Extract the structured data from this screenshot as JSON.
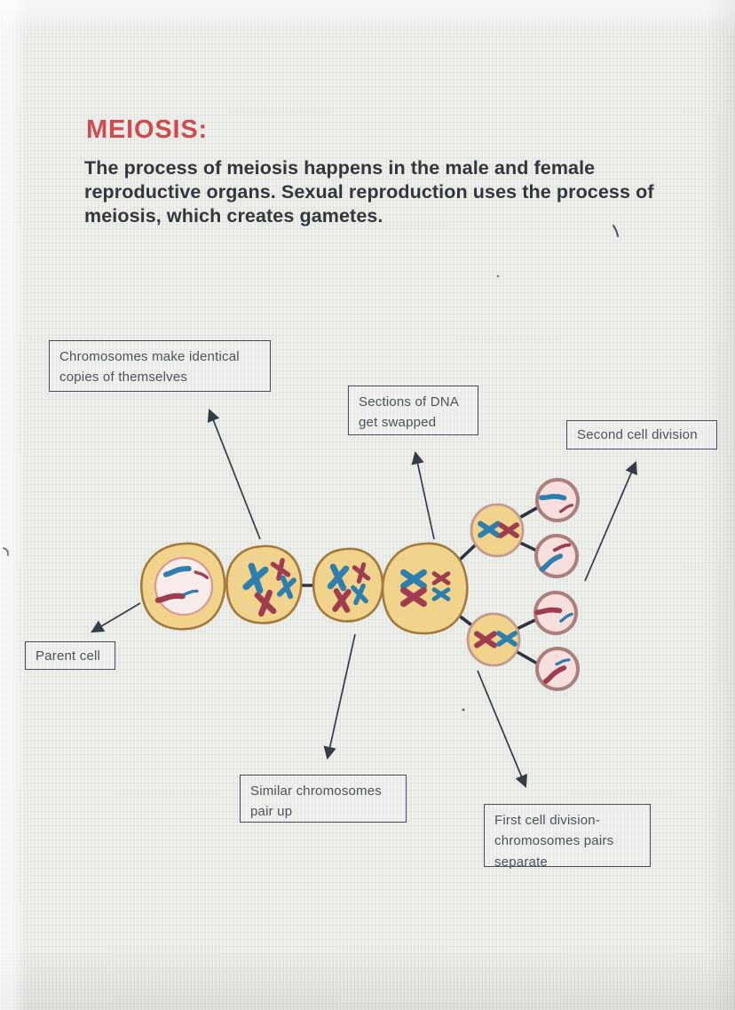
{
  "page": {
    "title": "MEIOSIS:",
    "intro": "The process of meiosis happens in the male and female reproductive organs. Sexual reproduction uses the process of meiosis, which creates gametes."
  },
  "labels": {
    "copies": "Chromosomes make identical copies of themselves",
    "dna_swap": "Sections of DNA get swapped",
    "second_division": "Second cell division",
    "parent": "Parent cell",
    "pair_up": "Similar chromosomes pair up",
    "first_division": "First cell division- chromosomes pairs separate"
  },
  "colors": {
    "title_red": "#cf4b4e",
    "body_text": "#33363c",
    "label_text": "#4d525c",
    "box_border": "#474c56",
    "cell_fill": "#f2d38c",
    "cell_border": "#a3793d",
    "nucleus_fill": "#faecea",
    "nucleus_border": "#d79a94",
    "intermediate_border": "#c49a90",
    "gamete_fill": "#f6dfdd",
    "gamete_border": "#ab7f7c",
    "chromosome_blue": "#2f7fae",
    "chromosome_red": "#9e3c50",
    "connector_dark": "#2e3440",
    "arrow_dark": "#353b47"
  }
}
